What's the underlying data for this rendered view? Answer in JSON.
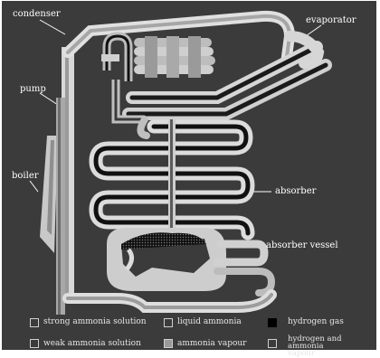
{
  "labels": {
    "condenser": "condenser",
    "evaporator": "evaporator",
    "pump": "pump",
    "boiler": "boiler",
    "absorber": "absorber",
    "absorber_vessel": "absorber vessel"
  },
  "legend": [
    {
      "key": "strong-ammonia-solution",
      "label": "strong ammonia solution",
      "fill": "#3b3b3b",
      "border": "#d6d6d6"
    },
    {
      "key": "liquid-ammonia",
      "label": "liquid ammonia",
      "fill": "#3b3b3b",
      "border": "#d6d6d6"
    },
    {
      "key": "hydrogen-gas",
      "label": "hydrogen gas",
      "fill": "#000000",
      "border": "#000000"
    },
    {
      "key": "weak-ammonia-solution",
      "label": "weak ammonia solution",
      "fill": "#3b3b3b",
      "border": "#d6d6d6"
    },
    {
      "key": "ammonia-vapour",
      "label": "ammonia vapour",
      "fill": "#9a9a9a",
      "border": "#cfcfcf"
    },
    {
      "key": "hydrogen-and-ammonia-vapour",
      "label": "hydrogen and ammonia vapour",
      "fill": "#3b3b3b",
      "border": "#d6d6d6"
    }
  ],
  "colors": {
    "background": "#3b3b3b",
    "pipe_light": "#dcdcdc",
    "pipe_mid": "#9a9a9a",
    "hydrogen": "#000000"
  }
}
